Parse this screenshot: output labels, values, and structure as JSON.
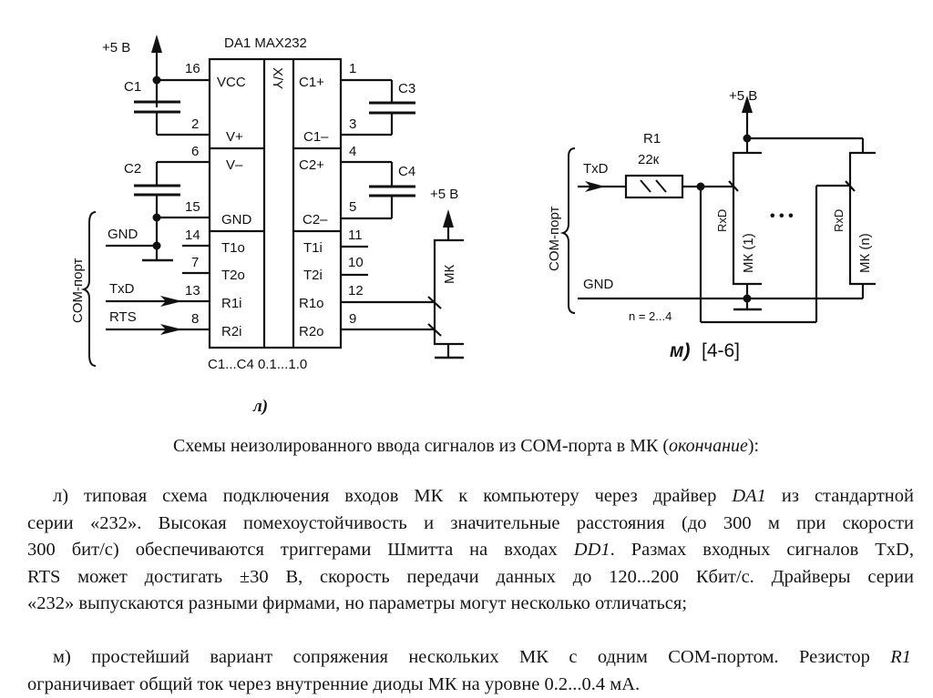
{
  "diagram_l": {
    "chip_title": "DA1 MAX232",
    "supply_label": "+5 В",
    "mk_supply_label": "+5 В",
    "chip_mid_label": "X/Y",
    "caps": {
      "c1": "C1",
      "c2": "C2",
      "c3": "C3",
      "c4": "C4"
    },
    "left_pins": [
      {
        "num": "16",
        "name": "VCC"
      },
      {
        "num": "2",
        "name": "V+"
      },
      {
        "num": "6",
        "name": "V–"
      },
      {
        "num": "15",
        "name": "GND"
      },
      {
        "num": "14",
        "name": "T1o"
      },
      {
        "num": "7",
        "name": "T2o"
      },
      {
        "num": "13",
        "name": "R1i"
      },
      {
        "num": "8",
        "name": "R2i"
      }
    ],
    "right_pins": [
      {
        "num": "1",
        "name": "C1+"
      },
      {
        "num": "3",
        "name": "C1–"
      },
      {
        "num": "4",
        "name": "C2+"
      },
      {
        "num": "5",
        "name": "C2–"
      },
      {
        "num": "11",
        "name": "T1i"
      },
      {
        "num": "10",
        "name": "T2i"
      },
      {
        "num": "12",
        "name": "R1o"
      },
      {
        "num": "9",
        "name": "R2o"
      }
    ],
    "com_port_label": "COM-порт",
    "signals": {
      "gnd": "GND",
      "txd": "TxD",
      "rts": "RTS"
    },
    "mk_label": "МК",
    "cap_values": "C1...C4 0.1...1.0",
    "caption": "л)"
  },
  "diagram_m": {
    "supply_label": "+5 В",
    "resistor_name": "R1",
    "resistor_value": "22к",
    "com_port_label": "COM-порт",
    "txd": "TxD",
    "gnd": "GND",
    "rxd1": "RxD",
    "rxdn": "RxD",
    "mk1": "МК (1)",
    "mkn": "МК (n)",
    "ellipsis": "• • •",
    "n_range": "n = 2...4",
    "caption_letter": "м)",
    "caption_ref": "[4-6]"
  },
  "text": {
    "heading_main": "Схемы неизолированного ввода сигналов из COM-порта в МК (",
    "heading_italic": "окончание",
    "heading_end": "):",
    "p1_lines": [
      [
        "л) типовая схема подключения входов МК к компьютеру через драйвер ",
        "DA1",
        " из стандартной"
      ],
      [
        "серии «232». Высокая помехоустойчивость и значительные расстояния (до 300 м при скорости",
        "",
        ""
      ],
      [
        "300 бит/с) обеспечиваются триггерами Шмитта на входах ",
        "DD1",
        ". Размах входных сигналов TxD,"
      ],
      [
        "RTS может достигать ±30 В, скорость передачи данных до 120...200 Кбит/с. Драйверы серии",
        "",
        ""
      ],
      [
        "«232» выпускаются разными фирмами, но параметры могут несколько отличаться;",
        "",
        ""
      ]
    ],
    "p2_lines": [
      [
        "м) простейший вариант сопряжения нескольких МК с одним COM-портом. Резистор ",
        "R1",
        ""
      ],
      [
        "ограничивает общий ток через внутренние диоды МК на уровне 0.2...0.4 мА.",
        "",
        ""
      ]
    ]
  }
}
